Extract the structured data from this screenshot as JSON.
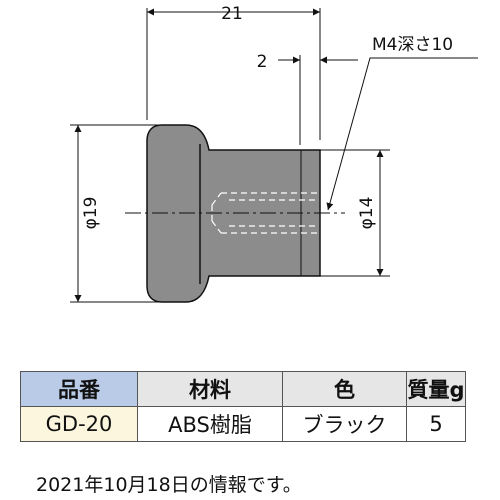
{
  "dimensions": {
    "overall_length": "21",
    "flange_width": "2",
    "thread_label": "M4深さ10",
    "head_diameter": "φ19",
    "shaft_diameter": "φ14"
  },
  "table": {
    "headers": [
      "品番",
      "材料",
      "色",
      "質量g"
    ],
    "rows": [
      [
        "GD-20",
        "ABS樹脂",
        "ブラック",
        "5"
      ]
    ]
  },
  "note": "2021年10月18日の情報です。",
  "colors": {
    "part_fill": "#8c8c8c",
    "header_first": "#b9cbe6",
    "header_rest": "#e6e6e6",
    "row_first": "#fbf6dd"
  }
}
